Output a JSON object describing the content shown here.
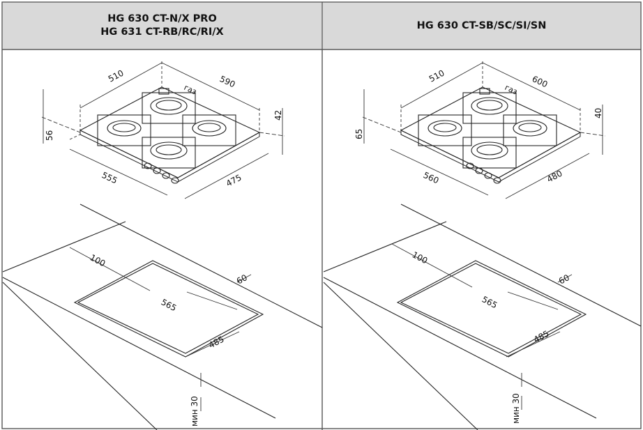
{
  "headers": {
    "left": [
      "HG 630 CT-N/X PRO",
      "HG 631 CT-RB/RC/RI/X"
    ],
    "right": [
      "HG 630 CT-SB/SC/SI/SN"
    ]
  },
  "left": {
    "hob": {
      "depth": "510",
      "width": "590",
      "height": "56",
      "glass": "42",
      "bottom_width": "555",
      "bottom_depth": "475",
      "gas": "газ"
    },
    "cutout": {
      "back_offset": "100",
      "width": "565",
      "front_offset": "60",
      "depth": "485",
      "min_thickness": "мин 30"
    }
  },
  "right": {
    "hob": {
      "depth": "510",
      "width": "600",
      "height": "65",
      "glass": "40",
      "bottom_width": "560",
      "bottom_depth": "480",
      "gas": "газ"
    },
    "cutout": {
      "back_offset": "100",
      "width": "565",
      "front_offset": "60",
      "depth": "485",
      "min_thickness": "мин 30"
    }
  }
}
